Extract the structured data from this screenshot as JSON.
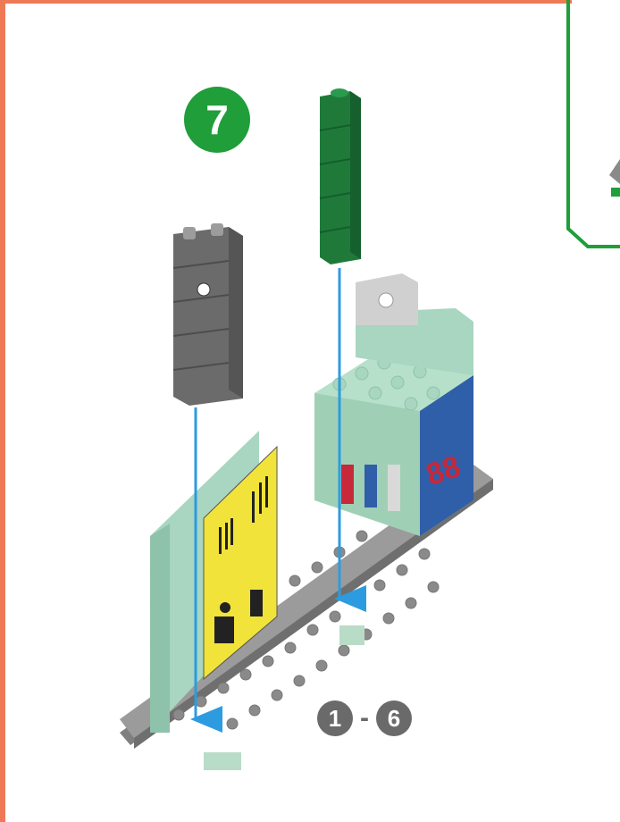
{
  "step": {
    "number": "7"
  },
  "sub_steps": {
    "from": "1",
    "separator": "-",
    "to": "6"
  },
  "sign": {
    "number": "88"
  },
  "colors": {
    "page_border": "#ee7a55",
    "inset_border": "#1f9e3a",
    "step_badge": "#1f9e3a",
    "arrow": "#2d9be0",
    "brick_green": "#1f7a3a",
    "brick_dark_gray": "#6b6b6b",
    "brick_mint": "#a8d6c0",
    "plate_gray": "#8f8f8f",
    "billboard_yellow": "#f2e33b"
  },
  "icons": [
    "step-badge-icon",
    "down-arrow-icon"
  ]
}
